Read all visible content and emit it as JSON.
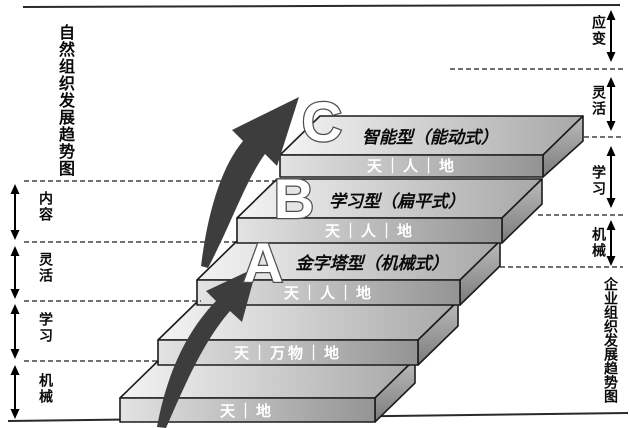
{
  "diagram": {
    "left_axis": {
      "title": "自然组织发展趋势图",
      "labels": [
        "内容",
        "灵活",
        "学习",
        "机械"
      ]
    },
    "right_axis": {
      "title": "企业组织发展趋势图",
      "labels": [
        "应变",
        "灵活",
        "学习",
        "机械"
      ]
    },
    "steps": [
      {
        "front_label": "天｜地"
      },
      {
        "front_label": "天｜万物｜地"
      },
      {
        "letter": "A",
        "top_label": "金字塔型（机械式）",
        "front_label": "天｜人｜地"
      },
      {
        "letter": "B",
        "top_label": "学习型（扁平式）",
        "front_label": "天｜人｜地"
      },
      {
        "letter": "C",
        "top_label": "智能型（能动式）",
        "front_label": "天｜人｜地"
      }
    ],
    "colors": {
      "arrow": "#3d3d3d",
      "outline": "#1c1c1c",
      "face_light": "#f2f2f2",
      "face_dark": "#7a7a7a",
      "front_text": "#ffffff"
    }
  }
}
